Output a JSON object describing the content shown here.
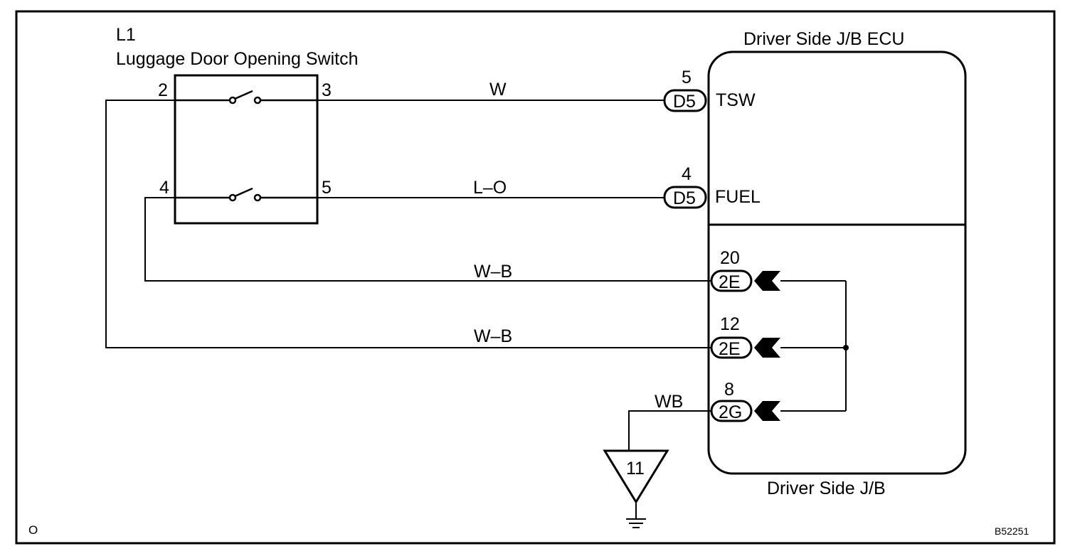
{
  "switch": {
    "code": "L1",
    "name": "Luggage Door Opening Switch",
    "pins": {
      "p2": "2",
      "p3": "3",
      "p4": "4",
      "p5": "5"
    }
  },
  "ecu": {
    "title": "Driver Side J/B ECU",
    "footer": "Driver Side J/B",
    "terminals": {
      "tsw": "TSW",
      "fuel": "FUEL"
    }
  },
  "wires": {
    "w1": "W",
    "w2": "L–O",
    "w3": "W–B",
    "w4": "W–B",
    "w5": "WB"
  },
  "connectors": {
    "c1": {
      "pin": "5",
      "code": "D5"
    },
    "c2": {
      "pin": "4",
      "code": "D5"
    },
    "c3": {
      "pin": "20",
      "code": "2E"
    },
    "c4": {
      "pin": "12",
      "code": "2E"
    },
    "c5": {
      "pin": "8",
      "code": "2G"
    }
  },
  "ground": {
    "label": "11"
  },
  "corner": {
    "left": "O",
    "right": "B52251"
  }
}
